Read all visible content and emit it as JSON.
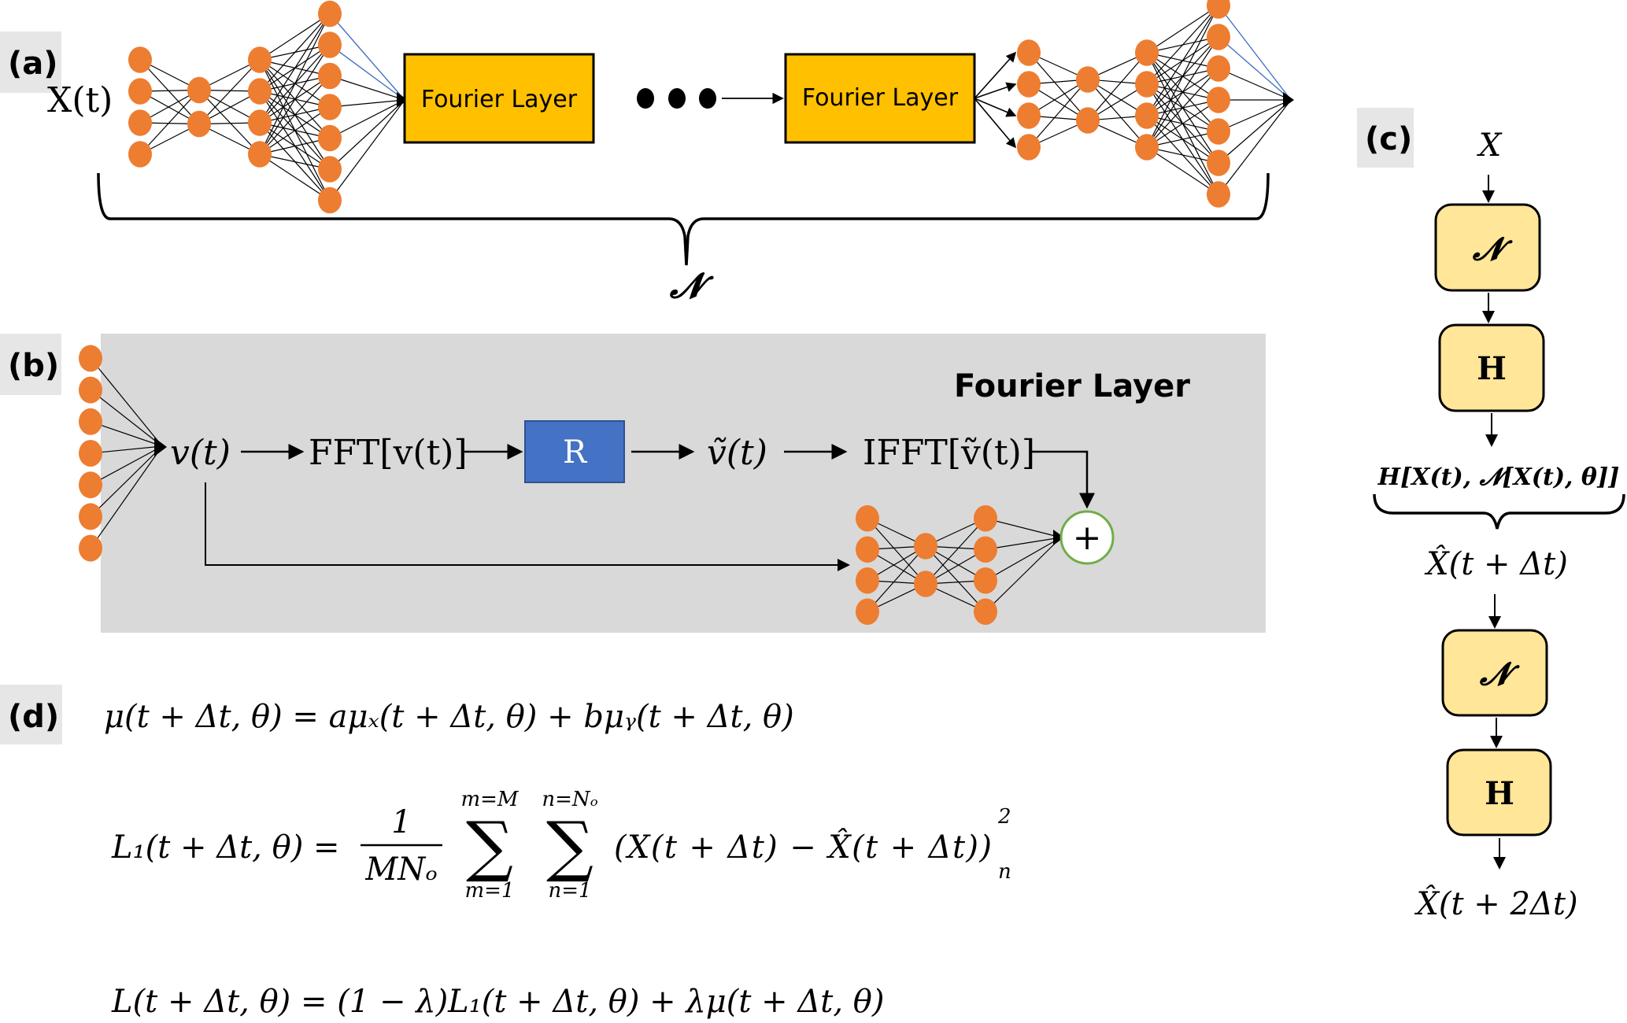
{
  "figure": {
    "panel_labels": {
      "a": "(a)",
      "b": "(b)",
      "c": "(c)",
      "d": "(d)"
    },
    "colors": {
      "neuron": "#ED7D31",
      "fourier_box": "#FFC000",
      "panel_background": "#D9D9D9",
      "r_box": "#4472C4",
      "c_box": "#FFE699",
      "plus_circle_border": "#70AD47",
      "highlight_edge": "#4472C4"
    }
  },
  "panel_a": {
    "input_label": "X(t)",
    "fourier_layer_1": "Fourier Layer",
    "ellipsis": "● ● ●",
    "fourier_layer_2": "Fourier Layer",
    "brace_label": "𝓝",
    "left_network_layers": [
      4,
      2,
      4,
      7
    ],
    "right_network_layers": [
      4,
      2,
      4,
      7
    ]
  },
  "panel_b": {
    "title": "Fourier Layer",
    "input_nodes": 7,
    "v_label": "v(t)",
    "fft_label": "FFT[v(t)]",
    "r_label": "R",
    "v_tilde_label": "ṽ(t)",
    "ifft_label": "IFFT[ṽ(t)]",
    "plus_label": "+",
    "skip_network_layers": [
      4,
      2,
      4
    ]
  },
  "panel_c": {
    "input": "X",
    "box1": "𝓝",
    "box2": "H",
    "expression": "H[X(t), 𝓝[X(t), θ]]",
    "output1": "X̂(t + Δt)",
    "box3": "𝓝",
    "box4": "H",
    "output2": "X̂(t + 2Δt)"
  },
  "panel_d": {
    "eq1": "μ(t + Δt, θ) = aμₓ(t + Δt, θ) + bμᵧ(t + Δt, θ)",
    "eq2_lhs": "L₁(t + Δt, θ) =",
    "eq2_frac_num": "1",
    "eq2_frac_den": "MNₒ",
    "eq2_sum1_top": "m=M",
    "eq2_sum1_bottom": "m=1",
    "eq2_sum2_top": "n=Nₒ",
    "eq2_sum2_bottom": "n=1",
    "eq2_body": "(X(t + Δt) − X̂(t + Δt))",
    "eq2_sup": "2",
    "eq2_sub": "n",
    "eq3": "L(t + Δt, θ) = (1 − λ)L₁(t + Δt, θ) + λμ(t + Δt, θ)"
  }
}
